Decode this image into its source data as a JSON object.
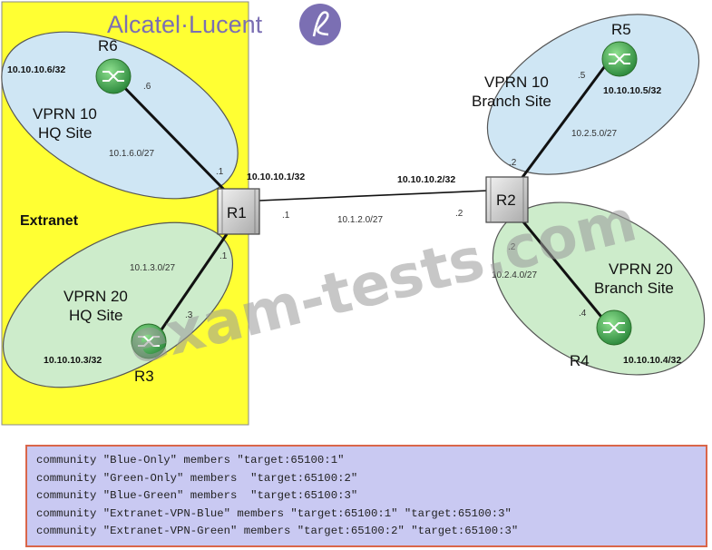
{
  "logo": {
    "text": "Alcatel·Lucent"
  },
  "watermark": "exam-tests.com",
  "extranet_label": "Extranet",
  "routers": {
    "r1": {
      "name": "R1",
      "loopback": "10.10.10.1/32"
    },
    "r2": {
      "name": "R2",
      "loopback": "10.10.10.2/32"
    },
    "r3": {
      "name": "R3",
      "loopback": "10.10.10.3/32"
    },
    "r4": {
      "name": "R4",
      "loopback": "10.10.10.4/32"
    },
    "r5": {
      "name": "R5",
      "loopback": "10.10.10.5/32"
    },
    "r6": {
      "name": "R6",
      "loopback": "10.10.10.6/32"
    }
  },
  "sites": {
    "vprn10_hq": {
      "line1": "VPRN 10",
      "line2": "HQ Site"
    },
    "vprn20_hq": {
      "line1": "VPRN 20",
      "line2": "HQ Site"
    },
    "vprn10_branch": {
      "line1": "VPRN 10",
      "line2": "Branch Site"
    },
    "vprn20_branch": {
      "line1": "VPRN 20",
      "line2": "Branch Site"
    }
  },
  "links": {
    "r1_r2": {
      "subnet": "10.1.2.0/27",
      "r1_end": ".1",
      "r2_end": ".2"
    },
    "r1_r6": {
      "subnet": "10.1.6.0/27",
      "r1_end": ".1",
      "r6_end": ".6"
    },
    "r1_r3": {
      "subnet": "10.1.3.0/27",
      "r1_end": ".1",
      "r3_end": ".3"
    },
    "r2_r5": {
      "subnet": "10.2.5.0/27",
      "r2_end": ".2",
      "r5_end": ".5"
    },
    "r2_r4": {
      "subnet": "10.2.4.0/27",
      "r2_end": ".2",
      "r4_end": ".4"
    }
  },
  "colors": {
    "extranet_fill": "#ffff33",
    "blue_site": "#cfe6f4",
    "green_site": "#cdeccb",
    "router_green": "#4caf50",
    "config_bg": "#c9c9f2",
    "config_border": "#d9664a"
  },
  "config": {
    "lines": [
      "community \"Blue-Only\" members \"target:65100:1\"",
      "community \"Green-Only\" members  \"target:65100:2\"",
      "community \"Blue-Green\" members  \"target:65100:3\"",
      "community \"Extranet-VPN-Blue\" members \"target:65100:1\" \"target:65100:3\"",
      "community \"Extranet-VPN-Green\" members \"target:65100:2\" \"target:65100:3\""
    ]
  }
}
